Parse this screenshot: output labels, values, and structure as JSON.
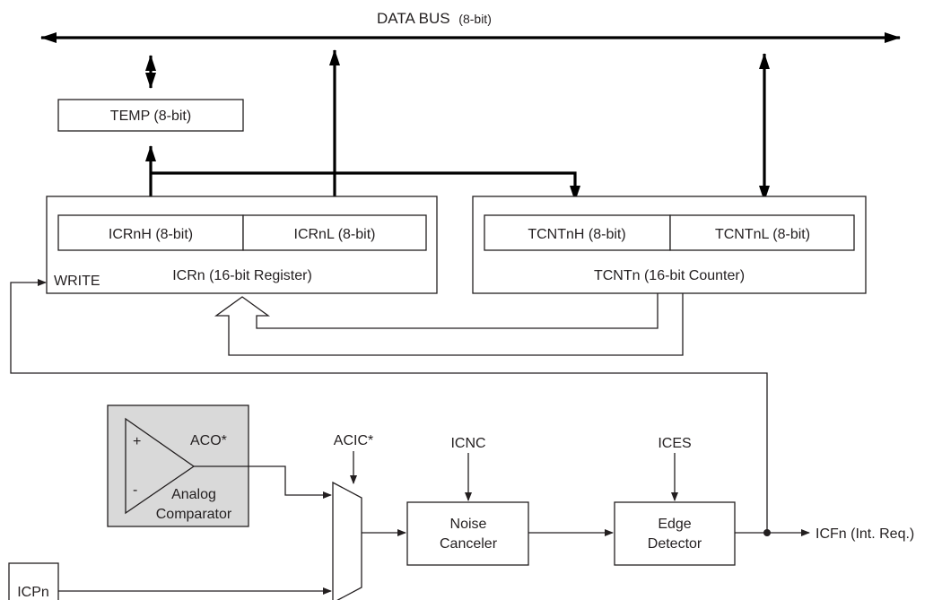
{
  "data_bus": {
    "label": "DATA BUS",
    "width_note": "(8-bit)"
  },
  "temp": {
    "label": "TEMP (8-bit)"
  },
  "icr": {
    "high": "ICRnH (8-bit)",
    "low": "ICRnL (8-bit)",
    "name": "ICRn (16-bit Register)",
    "write_label": "WRITE"
  },
  "tcnt": {
    "high": "TCNTnH (8-bit)",
    "low": "TCNTnL (8-bit)",
    "name": "TCNTn (16-bit Counter)"
  },
  "comparator": {
    "plus": "+",
    "minus": "-",
    "output": "ACO*",
    "name_line1": "Analog",
    "name_line2": "Comparator",
    "fill": "#d9d9d9"
  },
  "acic": {
    "label": "ACIC*"
  },
  "icnc": {
    "label": "ICNC"
  },
  "ices": {
    "label": "ICES"
  },
  "noise": {
    "line1": "Noise",
    "line2": "Canceler"
  },
  "edge": {
    "line1": "Edge",
    "line2": "Detector"
  },
  "icp": {
    "label": "ICPn"
  },
  "icf": {
    "label": "ICFn (Int. Req.)"
  }
}
